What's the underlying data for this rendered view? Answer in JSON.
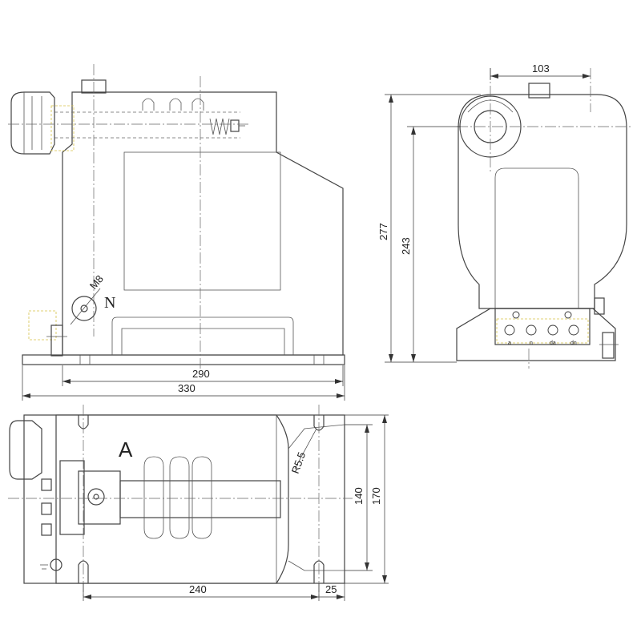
{
  "drawing": {
    "dimensions": {
      "front_width_base": "290",
      "front_width_overall": "330",
      "side_top_width": "103",
      "side_height_overall": "277",
      "side_height_axis": "243",
      "plan_length": "240",
      "plan_offset": "25",
      "plan_inner_width": "140",
      "plan_outer_width": "170",
      "slot_radius": "R5.5"
    },
    "labels": {
      "thread": "M8",
      "neutral": "N",
      "view": "A",
      "terminals": [
        "a",
        "n",
        "da",
        "dn"
      ]
    },
    "colors": {
      "line": "#444444",
      "highlight": "#d6c34a"
    }
  }
}
